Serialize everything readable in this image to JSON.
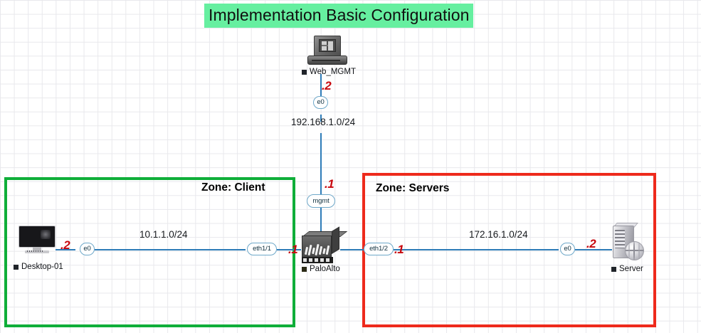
{
  "title": "Implementation Basic Configuration",
  "colors": {
    "title_highlight": "#66efa0",
    "zone_client_border": "#0fae39",
    "zone_servers_border": "#ee2a1c",
    "link": "#2e7cb8",
    "host_number": "#c8080e",
    "iface_border": "#6ea8c9",
    "grid": "#e8e8ec"
  },
  "zones": {
    "client": {
      "label": "Zone: Client"
    },
    "servers": {
      "label": "Zone: Servers"
    }
  },
  "devices": {
    "web_mgmt": {
      "label": "Web_MGMT",
      "icon": "desktop-computer-icon"
    },
    "desktop_01": {
      "label": "Desktop-01",
      "icon": "monitor-icon"
    },
    "paloalto": {
      "label": "PaloAlto",
      "icon": "firewall-icon"
    },
    "server": {
      "label": "Server",
      "icon": "server-icon"
    }
  },
  "interfaces": {
    "web_mgmt_e0": "e0",
    "fw_mgmt": "mgmt",
    "desktop_e0": "e0",
    "fw_eth1_1": "eth1/1",
    "fw_eth1_2": "eth1/2",
    "server_e0": "e0"
  },
  "subnets": {
    "mgmt": "192.168.1.0/24",
    "client": "10.1.1.0/24",
    "servers": "172.16.1.0/24"
  },
  "host_numbers": {
    "web_mgmt": ".2",
    "fw_mgmt": ".1",
    "desktop_01": ".2",
    "fw_eth1_1": ".1",
    "fw_eth1_2": ".1",
    "server": ".2"
  }
}
